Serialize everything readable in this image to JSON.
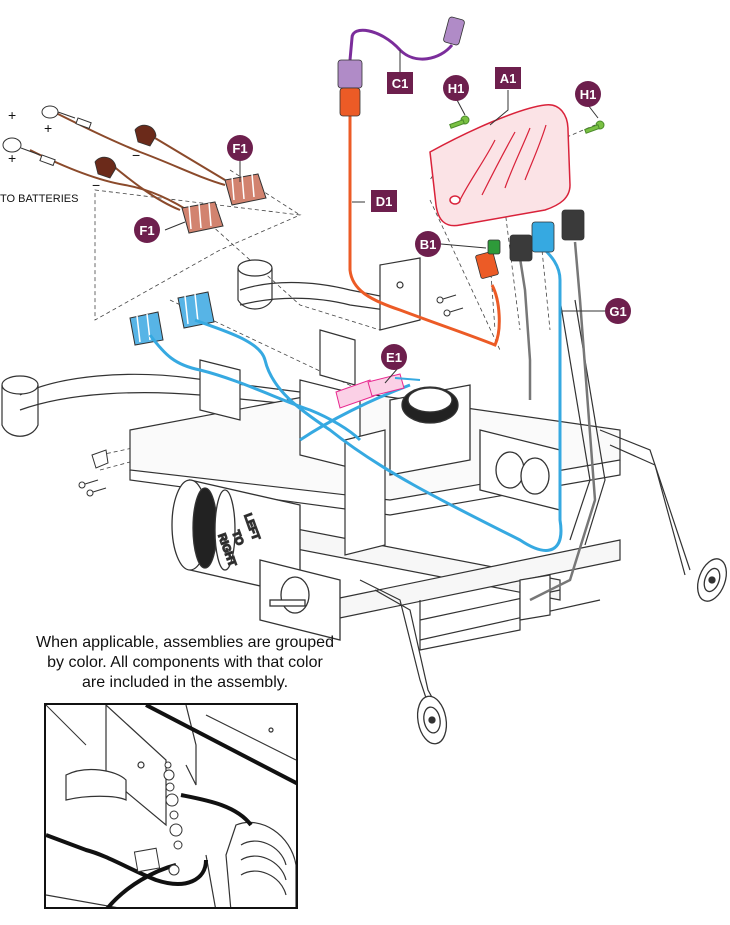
{
  "colors": {
    "harness_c1": "#7b2d9b",
    "harness_d1": "#ec5b26",
    "harness_g1": "#36a9e1",
    "controller_a1": "#d9223a",
    "connector_b1": "#2e9a3a",
    "connector_e1": "#e8288f",
    "screw_h1": "#7ac143",
    "callout_bg": "#6d1f4d",
    "battery_leads": "#8b4a2b",
    "f1_connector": "#d2836f",
    "f1_connector_blue": "#57b4e6",
    "line": "#333333"
  },
  "callouts": {
    "a1": "A1",
    "b1": "B1",
    "c1": "C1",
    "d1": "D1",
    "e1": "E1",
    "f1_upper": "F1",
    "f1_lower": "F1",
    "g1": "G1",
    "h1_left": "H1",
    "h1_right": "H1"
  },
  "labels": {
    "to_batteries": "TO BATTERIES",
    "plus_upper": "+",
    "plus_lower": "+",
    "minus_upper": "−",
    "minus_lower": "−",
    "motor_left_text_1": "LEFT",
    "motor_left_text_2": "TO",
    "motor_left_text_3": "RIGHT"
  },
  "note": {
    "line1": "When applicable, assemblies are grouped",
    "line2": "by color. All components with that color",
    "line3": "are included in the assembly."
  },
  "icons": {
    "callout_marker": "circle-badge",
    "label_marker": "square-badge"
  }
}
